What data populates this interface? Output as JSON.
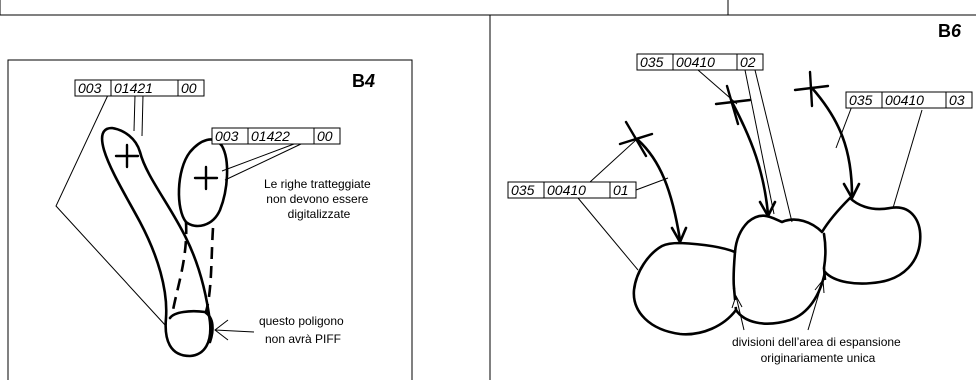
{
  "panel_b4": {
    "tag_letter": "B",
    "tag_number": "4",
    "code_top": [
      "003",
      "01421",
      "00"
    ],
    "code_right": [
      "003",
      "01422",
      "00"
    ],
    "note_dashed": [
      "Le righe tratteggiate",
      "non devono essere",
      "digitalizzate"
    ],
    "note_polygon": [
      "questo poligono",
      "non avrà PIFF"
    ]
  },
  "panel_b6": {
    "tag_letter": "B",
    "tag_number": "6",
    "code_top": [
      "035",
      "00410",
      "02"
    ],
    "code_right": [
      "035",
      "00410",
      "03"
    ],
    "code_left": [
      "035",
      "00410",
      "01"
    ],
    "note_divisions": [
      "divisioni dell’area di espansione",
      "originariamente unica"
    ]
  }
}
